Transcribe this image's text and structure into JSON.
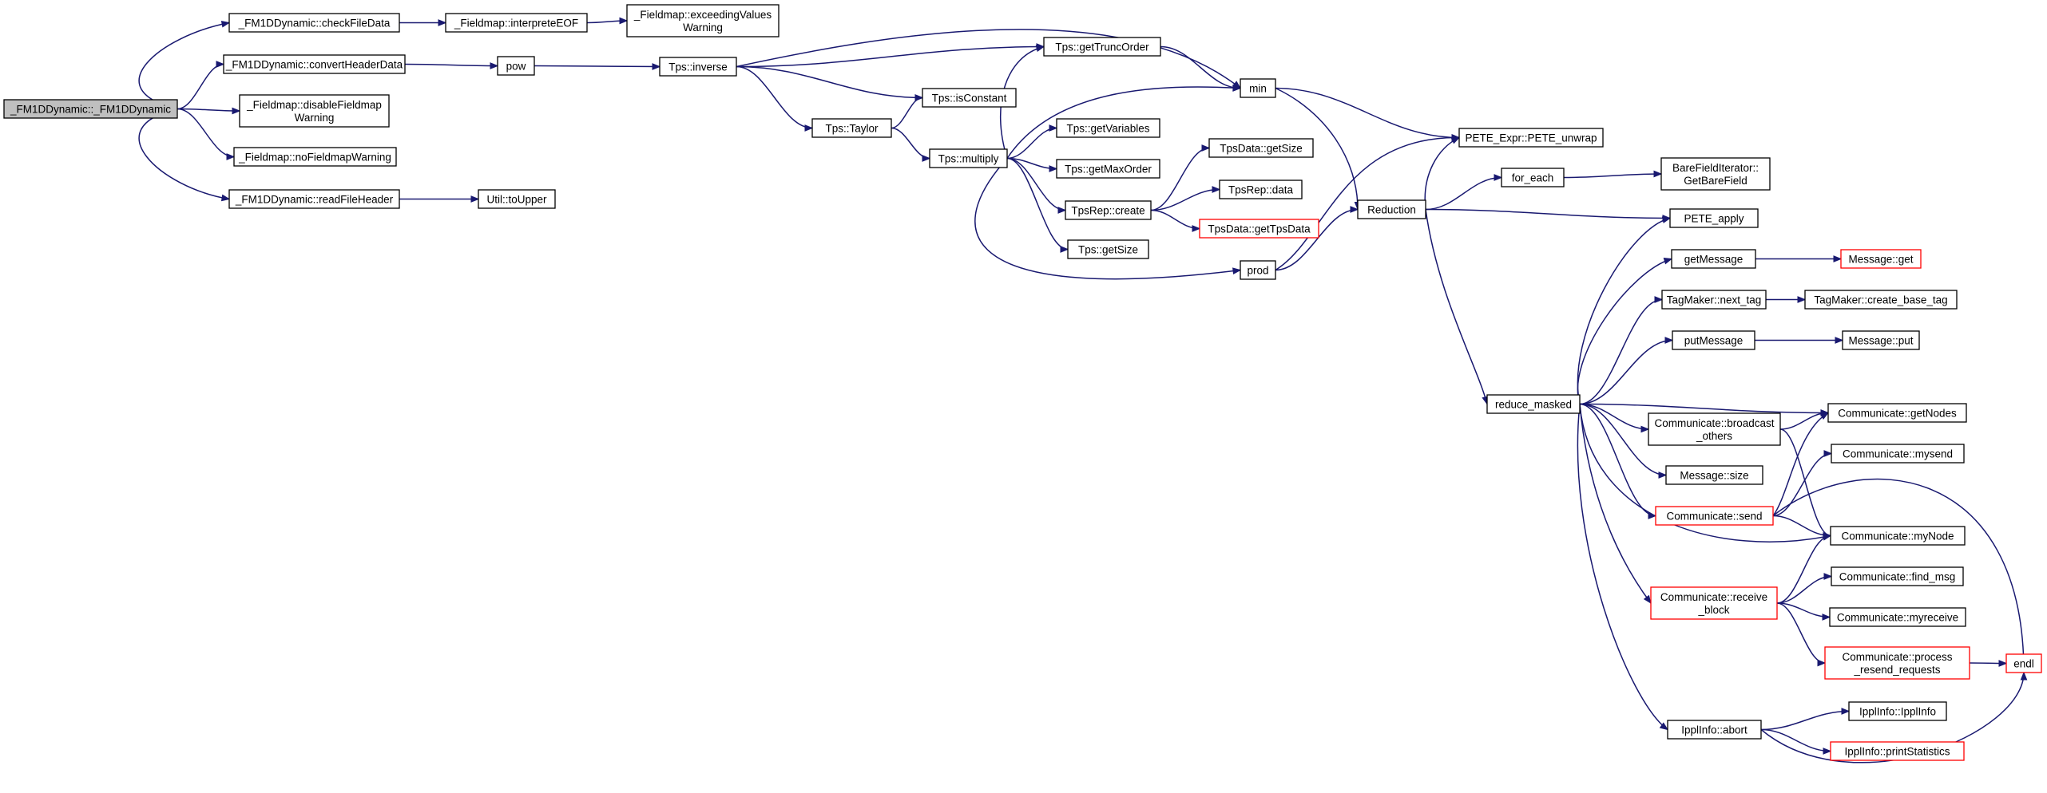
{
  "graph": {
    "edge_color": "#191970",
    "root_fill": "#bfbfbf",
    "highlight_border": "#ff0000",
    "nodes": [
      {
        "id": "root",
        "lines": [
          "_FM1DDynamic::_FM1DDynamic"
        ],
        "style": "root"
      },
      {
        "id": "checkFileData",
        "lines": [
          "_FM1DDynamic::checkFileData"
        ]
      },
      {
        "id": "interpreteEOF",
        "lines": [
          "_Fieldmap::interpreteEOF"
        ]
      },
      {
        "id": "exceedingValues",
        "lines": [
          "_Fieldmap::exceedingValues",
          "Warning"
        ]
      },
      {
        "id": "convertHeaderData",
        "lines": [
          "_FM1DDynamic::convertHeaderData"
        ]
      },
      {
        "id": "pow",
        "lines": [
          "pow"
        ]
      },
      {
        "id": "tpsInverse",
        "lines": [
          "Tps::inverse"
        ]
      },
      {
        "id": "disableFieldmap",
        "lines": [
          "_Fieldmap::disableFieldmap",
          "Warning"
        ]
      },
      {
        "id": "noFieldmap",
        "lines": [
          "_Fieldmap::noFieldmapWarning"
        ]
      },
      {
        "id": "readFileHeader",
        "lines": [
          "_FM1DDynamic::readFileHeader"
        ]
      },
      {
        "id": "toUpper",
        "lines": [
          "Util::toUpper"
        ]
      },
      {
        "id": "getTruncOrder",
        "lines": [
          "Tps::getTruncOrder"
        ]
      },
      {
        "id": "min",
        "lines": [
          "min"
        ]
      },
      {
        "id": "isConstant",
        "lines": [
          "Tps::isConstant"
        ]
      },
      {
        "id": "taylor",
        "lines": [
          "Tps::Taylor"
        ]
      },
      {
        "id": "multiply",
        "lines": [
          "Tps::multiply"
        ]
      },
      {
        "id": "getVariables",
        "lines": [
          "Tps::getVariables"
        ]
      },
      {
        "id": "getMaxOrder",
        "lines": [
          "Tps::getMaxOrder"
        ]
      },
      {
        "id": "tpsRepCreate",
        "lines": [
          "TpsRep::create"
        ]
      },
      {
        "id": "tpsGetSize",
        "lines": [
          "Tps::getSize"
        ]
      },
      {
        "id": "tpsDataGetSize",
        "lines": [
          "TpsData::getSize"
        ]
      },
      {
        "id": "tpsRepData",
        "lines": [
          "TpsRep::data"
        ]
      },
      {
        "id": "getTpsData",
        "lines": [
          "TpsData::getTpsData"
        ],
        "style": "red"
      },
      {
        "id": "prod",
        "lines": [
          "prod"
        ]
      },
      {
        "id": "reduction",
        "lines": [
          "Reduction"
        ]
      },
      {
        "id": "peteUnwrap",
        "lines": [
          "PETE_Expr::PETE_unwrap"
        ]
      },
      {
        "id": "forEach",
        "lines": [
          "for_each"
        ]
      },
      {
        "id": "getBareField",
        "lines": [
          "BareFieldIterator::",
          "GetBareField"
        ]
      },
      {
        "id": "peteApply",
        "lines": [
          "PETE_apply"
        ]
      },
      {
        "id": "reduceMasked",
        "lines": [
          "reduce_masked"
        ]
      },
      {
        "id": "getMessage",
        "lines": [
          "getMessage"
        ]
      },
      {
        "id": "messageGet",
        "lines": [
          "Message::get"
        ],
        "style": "red"
      },
      {
        "id": "nextTag",
        "lines": [
          "TagMaker::next_tag"
        ]
      },
      {
        "id": "createBaseTag",
        "lines": [
          "TagMaker::create_base_tag"
        ]
      },
      {
        "id": "putMessage",
        "lines": [
          "putMessage"
        ]
      },
      {
        "id": "messagePut",
        "lines": [
          "Message::put"
        ]
      },
      {
        "id": "broadcastOthers",
        "lines": [
          "Communicate::broadcast",
          "_others"
        ]
      },
      {
        "id": "getNodes",
        "lines": [
          "Communicate::getNodes"
        ]
      },
      {
        "id": "mysend",
        "lines": [
          "Communicate::mysend"
        ]
      },
      {
        "id": "messageSize",
        "lines": [
          "Message::size"
        ]
      },
      {
        "id": "send",
        "lines": [
          "Communicate::send"
        ],
        "style": "red"
      },
      {
        "id": "myNode",
        "lines": [
          "Communicate::myNode"
        ]
      },
      {
        "id": "receiveBlock",
        "lines": [
          "Communicate::receive",
          "_block"
        ],
        "style": "red"
      },
      {
        "id": "findMsg",
        "lines": [
          "Communicate::find_msg"
        ]
      },
      {
        "id": "myreceive",
        "lines": [
          "Communicate::myreceive"
        ]
      },
      {
        "id": "processResend",
        "lines": [
          "Communicate::process",
          "_resend_requests"
        ],
        "style": "red"
      },
      {
        "id": "endl",
        "lines": [
          "endl"
        ],
        "style": "red"
      },
      {
        "id": "abort",
        "lines": [
          "IpplInfo::abort"
        ]
      },
      {
        "id": "ipplInfo",
        "lines": [
          "IpplInfo::IpplInfo"
        ]
      },
      {
        "id": "printStatistics",
        "lines": [
          "IpplInfo::printStatistics"
        ],
        "style": "red"
      }
    ],
    "edges": [
      [
        "root",
        "checkFileData"
      ],
      [
        "root",
        "convertHeaderData"
      ],
      [
        "root",
        "disableFieldmap"
      ],
      [
        "root",
        "noFieldmap"
      ],
      [
        "root",
        "readFileHeader"
      ],
      [
        "checkFileData",
        "interpreteEOF"
      ],
      [
        "interpreteEOF",
        "exceedingValues"
      ],
      [
        "convertHeaderData",
        "pow"
      ],
      [
        "pow",
        "tpsInverse"
      ],
      [
        "readFileHeader",
        "toUpper"
      ],
      [
        "tpsInverse",
        "getTruncOrder"
      ],
      [
        "tpsInverse",
        "min"
      ],
      [
        "tpsInverse",
        "isConstant"
      ],
      [
        "tpsInverse",
        "taylor"
      ],
      [
        "getTruncOrder",
        "min"
      ],
      [
        "taylor",
        "isConstant"
      ],
      [
        "taylor",
        "multiply"
      ],
      [
        "multiply",
        "getTruncOrder"
      ],
      [
        "multiply",
        "min"
      ],
      [
        "multiply",
        "getVariables"
      ],
      [
        "multiply",
        "getMaxOrder"
      ],
      [
        "multiply",
        "tpsRepCreate"
      ],
      [
        "multiply",
        "tpsGetSize"
      ],
      [
        "multiply",
        "prod"
      ],
      [
        "tpsRepCreate",
        "tpsDataGetSize"
      ],
      [
        "tpsRepCreate",
        "tpsRepData"
      ],
      [
        "tpsRepCreate",
        "getTpsData"
      ],
      [
        "min",
        "reduction"
      ],
      [
        "min",
        "peteUnwrap"
      ],
      [
        "prod",
        "reduction"
      ],
      [
        "prod",
        "peteUnwrap"
      ],
      [
        "reduction",
        "peteUnwrap"
      ],
      [
        "reduction",
        "forEach"
      ],
      [
        "reduction",
        "peteApply"
      ],
      [
        "reduction",
        "reduceMasked"
      ],
      [
        "forEach",
        "getBareField"
      ],
      [
        "reduceMasked",
        "peteApply"
      ],
      [
        "reduceMasked",
        "getMessage"
      ],
      [
        "reduceMasked",
        "nextTag"
      ],
      [
        "reduceMasked",
        "putMessage"
      ],
      [
        "reduceMasked",
        "getNodes"
      ],
      [
        "reduceMasked",
        "broadcastOthers"
      ],
      [
        "reduceMasked",
        "messageSize"
      ],
      [
        "reduceMasked",
        "send"
      ],
      [
        "reduceMasked",
        "myNode"
      ],
      [
        "reduceMasked",
        "receiveBlock"
      ],
      [
        "reduceMasked",
        "abort"
      ],
      [
        "getMessage",
        "messageGet"
      ],
      [
        "nextTag",
        "createBaseTag"
      ],
      [
        "putMessage",
        "messagePut"
      ],
      [
        "broadcastOthers",
        "getNodes"
      ],
      [
        "broadcastOthers",
        "myNode"
      ],
      [
        "send",
        "getNodes"
      ],
      [
        "send",
        "mysend"
      ],
      [
        "send",
        "myNode"
      ],
      [
        "send",
        "endl"
      ],
      [
        "receiveBlock",
        "myNode"
      ],
      [
        "receiveBlock",
        "findMsg"
      ],
      [
        "receiveBlock",
        "myreceive"
      ],
      [
        "receiveBlock",
        "processResend"
      ],
      [
        "processResend",
        "endl"
      ],
      [
        "abort",
        "ipplInfo"
      ],
      [
        "abort",
        "printStatistics"
      ],
      [
        "abort",
        "endl"
      ]
    ]
  }
}
